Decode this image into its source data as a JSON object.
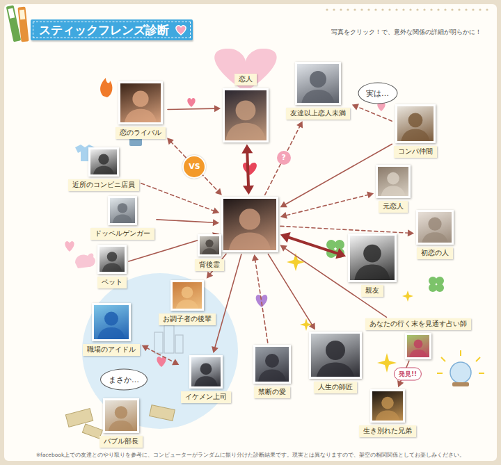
{
  "diagram": {
    "title": "スティックフレンズ診断",
    "caption": "※facebook上での友達とのやり取りを参考に、コンピューターがランダムに振り分けた診断結果です。現実とは異なりますので、架空の相関関係としてお楽しみください。",
    "nodes": [
      {
        "text": [
          "恋人"
        ]
      },
      {
        "text": [
          "恋のライバル"
        ]
      },
      {
        "text": [
          "友達以上恋人未満"
        ]
      },
      {
        "text": [
          "コンパ仲間"
        ]
      },
      {
        "text": [
          "近所のコンビニ店員"
        ]
      },
      {
        "text": [
          "元恋人"
        ]
      },
      {
        "text": [
          "ドッペルゲンガー"
        ]
      },
      {
        "text": []
      },
      {
        "text": [
          "初恋の人"
        ]
      },
      {
        "text": [
          "背後霊"
        ]
      },
      {
        "text": [
          "ペット"
        ]
      },
      {
        "text": [
          "親友"
        ]
      },
      {
        "text": [
          "お調子者の後輩"
        ]
      },
      {
        "text": [
          "職場のアイドル"
        ]
      },
      {
        "text": [
          "あなたの行く末を見通す占い師"
        ]
      },
      {
        "text": [
          "人生の師匠"
        ]
      },
      {
        "text": [
          "禁断の愛"
        ]
      },
      {
        "text": [
          "イケメン上司"
        ]
      },
      {
        "text": [
          "生き別れた兄弟"
        ]
      },
      {
        "text": [
          "バブル部長"
        ]
      }
    ],
    "edges": [
      {
        "from": 7,
        "to": 0,
        "arrow": "both"
      },
      {
        "from": 1,
        "to": 0,
        "arrow": "to"
      },
      {
        "from": 1,
        "to": 7,
        "label": "VS",
        "arrow": "both"
      },
      {
        "from": 7,
        "to": 2,
        "label": "?",
        "arrow": "to"
      },
      {
        "from": 3,
        "to": 2,
        "label": "実は…",
        "arrow": "to"
      },
      {
        "from": 3,
        "to": 7,
        "arrow": "to"
      },
      {
        "from": 4,
        "to": 7,
        "arrow": "to"
      },
      {
        "from": 5,
        "to": 7,
        "arrow": "both"
      },
      {
        "from": 6,
        "to": 7,
        "arrow": "to"
      },
      {
        "from": 7,
        "to": 8,
        "arrow": "to"
      },
      {
        "from": 9,
        "to": 7,
        "arrow": "to"
      },
      {
        "from": 10,
        "to": 7,
        "arrow": "to"
      },
      {
        "from": 7,
        "to": 11,
        "arrow": "both"
      },
      {
        "from": 7,
        "to": 12,
        "arrow": "to"
      },
      {
        "from": 13,
        "to": 17,
        "arrow": "both"
      },
      {
        "from": 7,
        "to": 17,
        "arrow": "to"
      },
      {
        "from": 16,
        "to": 7,
        "arrow": "to"
      },
      {
        "from": 7,
        "to": 15,
        "arrow": "to"
      },
      {
        "from": 14,
        "to": 7,
        "arrow": "to"
      },
      {
        "from": 14,
        "to": 18,
        "label": "発見!!",
        "arrow": "to"
      }
    ],
    "labels": [
      "写真をクリック！で、意外な関係の詳細が明らかに！",
      "まさか…"
    ]
  }
}
